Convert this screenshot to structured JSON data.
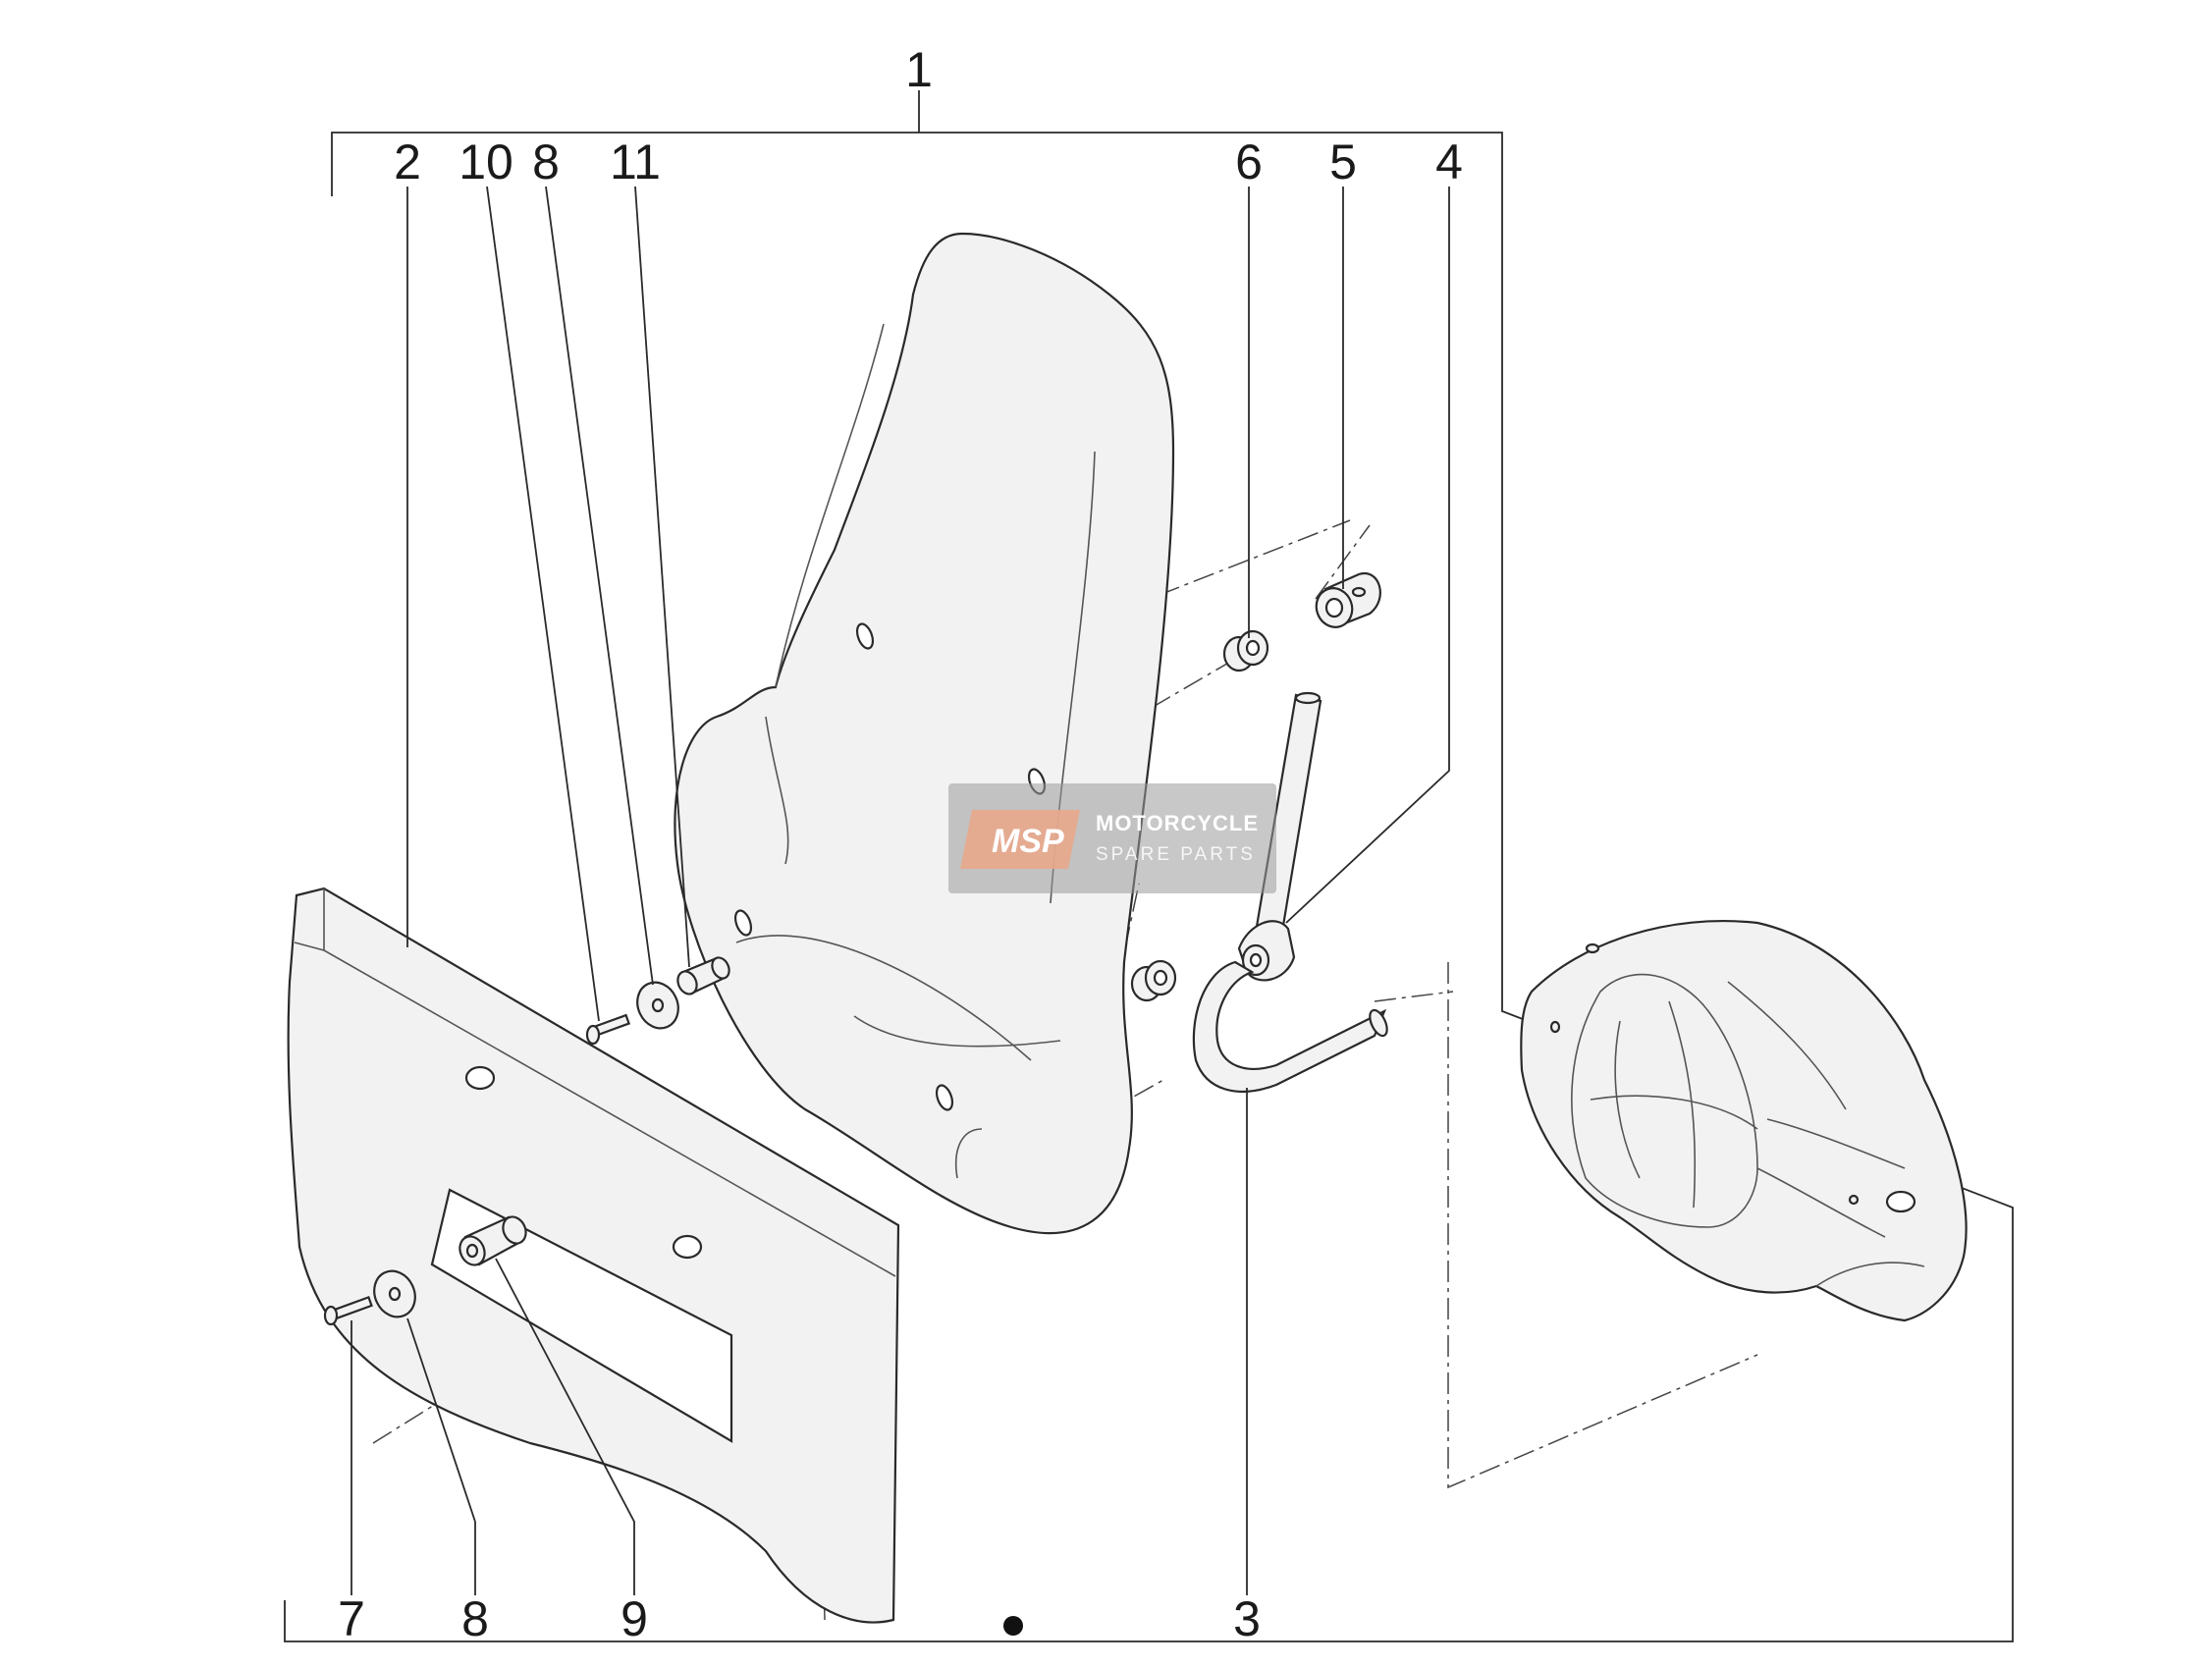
{
  "callouts": [
    {
      "id": "1",
      "label": "1"
    },
    {
      "id": "2",
      "label": "2"
    },
    {
      "id": "10",
      "label": "10"
    },
    {
      "id": "8a",
      "label": "8"
    },
    {
      "id": "11",
      "label": "11"
    },
    {
      "id": "6",
      "label": "6"
    },
    {
      "id": "5",
      "label": "5"
    },
    {
      "id": "4",
      "label": "4"
    },
    {
      "id": "7",
      "label": "7"
    },
    {
      "id": "8b",
      "label": "8"
    },
    {
      "id": "9",
      "label": "9"
    },
    {
      "id": "3",
      "label": "3"
    }
  ],
  "watermark": {
    "logo": "MSP",
    "line1": "MOTORCYCLE",
    "line2": "SPARE PARTS",
    "accent_color": "#e8a88c"
  },
  "colors": {
    "line": "#2a2a2a",
    "part_fill": "#f2f2f2",
    "background": "#ffffff"
  }
}
